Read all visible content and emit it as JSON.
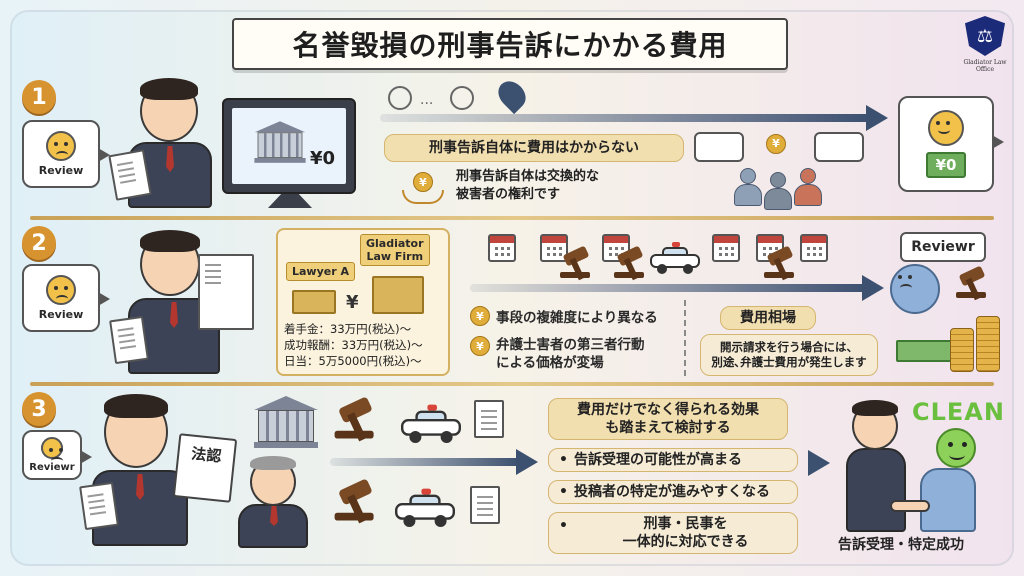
{
  "title": "名誉毀損の刑事告訴にかかる費用",
  "logo": {
    "text": "Gladiator Law Office"
  },
  "sections": [
    {
      "number": "1",
      "review_label": "Review",
      "screen_price": "¥0",
      "headline": "刑事告訴自体に費用はかからない",
      "note_line1": "刑事告訴自体は交換的な",
      "note_line2": "被害者の権利です",
      "result_price": "¥0"
    },
    {
      "number": "2",
      "review_label": "Review",
      "lawyer_tag": "Lawyer A",
      "firm_tag_line1": "Gladiator",
      "firm_tag_line2": "Law Firm",
      "fees": [
        "着手金：33万円(税込)〜",
        "成功報酬：33万円(税込)〜",
        "日当：5万5000円(税込)〜"
      ],
      "point1": "事段の複雑度により異なる",
      "point2_line1": "弁護士害者の第三者行動",
      "point2_line2": "による価格が変場",
      "market_label": "費用相場",
      "market_note_line1": "開示請求を行う場合には、",
      "market_note_line2": "別途､弁護士費用が発生します",
      "reviewer_label": "Reviewr"
    },
    {
      "number": "3",
      "review_label": "Reviewr",
      "stamp_text": "法認",
      "headline_line1": "費用だけでなく得られる効果",
      "headline_line2": "も踏まえて検討する",
      "benefits": [
        "告訴受理の可能性が高まる",
        "投稿者の特定が進みやすくなる"
      ],
      "benefit3_line1": "刑事・民事を",
      "benefit3_line2": "一体的に対応できる",
      "clean_label": "CLEAN",
      "success_label": "告訴受理・特定成功"
    }
  ],
  "colors": {
    "accent": "#d6932f",
    "arrow": "#3c5070",
    "pill": "#f2dfb0"
  }
}
